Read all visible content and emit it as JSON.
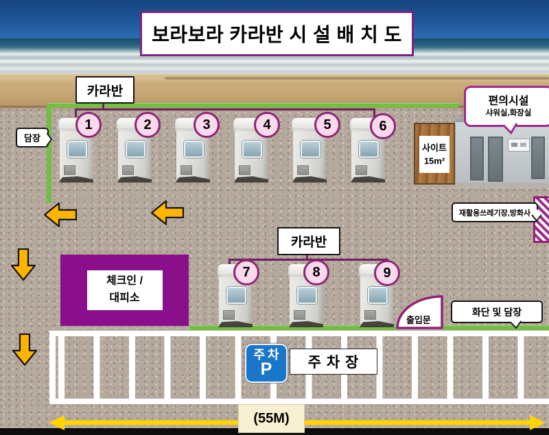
{
  "title": "보라보라 카라반 시 설 배 치 도",
  "caravan_group_top": {
    "label": "카라반",
    "numbers": [
      "1",
      "2",
      "3",
      "4",
      "5",
      "6"
    ]
  },
  "caravan_group_bottom": {
    "label": "카라반",
    "numbers": [
      "7",
      "8",
      "9"
    ]
  },
  "fence_label": "담장",
  "site_sign": {
    "line1": "사이트",
    "line2": "15m²"
  },
  "facilities_bubble": {
    "line1": "편의시설",
    "line2": "샤워실,화장실"
  },
  "recycle_label": "재활용쓰레기장,방화사",
  "checkin_sign": {
    "line1": "체크인 /",
    "line2": "대피소"
  },
  "entrance_label": "출입문",
  "flowerbed_label": "화단 및 담장",
  "parking_sign": {
    "line1": "주차",
    "line2": "P"
  },
  "parking_lot_label": "주 차 장",
  "dimension_label": "(55M)",
  "colors": {
    "fence-green": "#72bf44",
    "bracket": "#6e2161",
    "circle-border": "#8e2472",
    "circle-fill": "#fbd9ec",
    "bubble-purple": "#a0278f",
    "checkin": "#8a0f8a",
    "title-border": "#7b2382",
    "arrow-orange": "#ffb400",
    "dimension-yellow": "#ffd400",
    "parking-blue": "#1976c8"
  }
}
